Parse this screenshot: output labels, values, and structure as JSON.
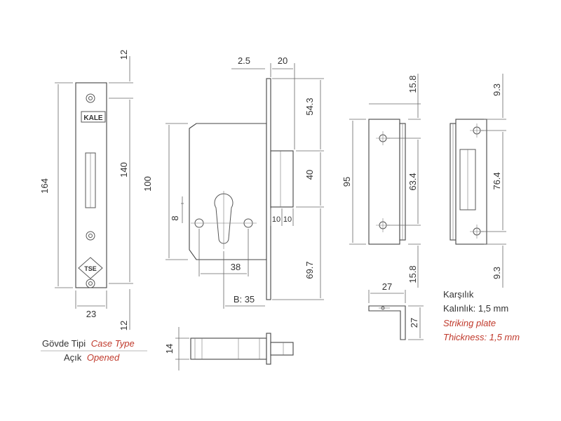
{
  "dimensions": {
    "faceplate_top_offset": "12",
    "faceplate_height": "164",
    "faceplate_hole_spacing": "140",
    "faceplate_width": "23",
    "faceplate_bottom_offset": "12",
    "body_height": "100",
    "latch_offset": "2.5",
    "latch_depth": "20",
    "top_to_latch": "54.3",
    "latch_height": "40",
    "latch_split_a": "10",
    "latch_split_b": "10",
    "cylinder_height": "8",
    "cylinder_hole_spacing": "38",
    "backset": "B: 35",
    "bottom_to_latch": "69.7",
    "side_thickness": "14",
    "strike_height": "95",
    "strike_top_offset": "15.8",
    "strike_hole_spacing": "63.4",
    "strike_bottom_offset": "15.8",
    "angled_top_offset": "9.3",
    "angled_hole_spacing": "76.4",
    "angled_bottom_offset": "9.3",
    "angle_width": "27",
    "angle_height": "27"
  },
  "logos": {
    "brand": "KALE",
    "cert": "TSE"
  },
  "captions": {
    "case_type_tr": "Gövde Tipi",
    "case_type_en": "Case Type",
    "opened_tr": "Açık",
    "opened_en": "Opened"
  },
  "notes": {
    "strike_tr": "Karşılık",
    "thickness_tr": "Kalınlık: 1,5 mm",
    "strike_en": "Striking plate",
    "thickness_en": "Thickness: 1,5 mm"
  },
  "colors": {
    "line": "#555555",
    "text": "#333333",
    "accent_red": "#c0392b"
  }
}
